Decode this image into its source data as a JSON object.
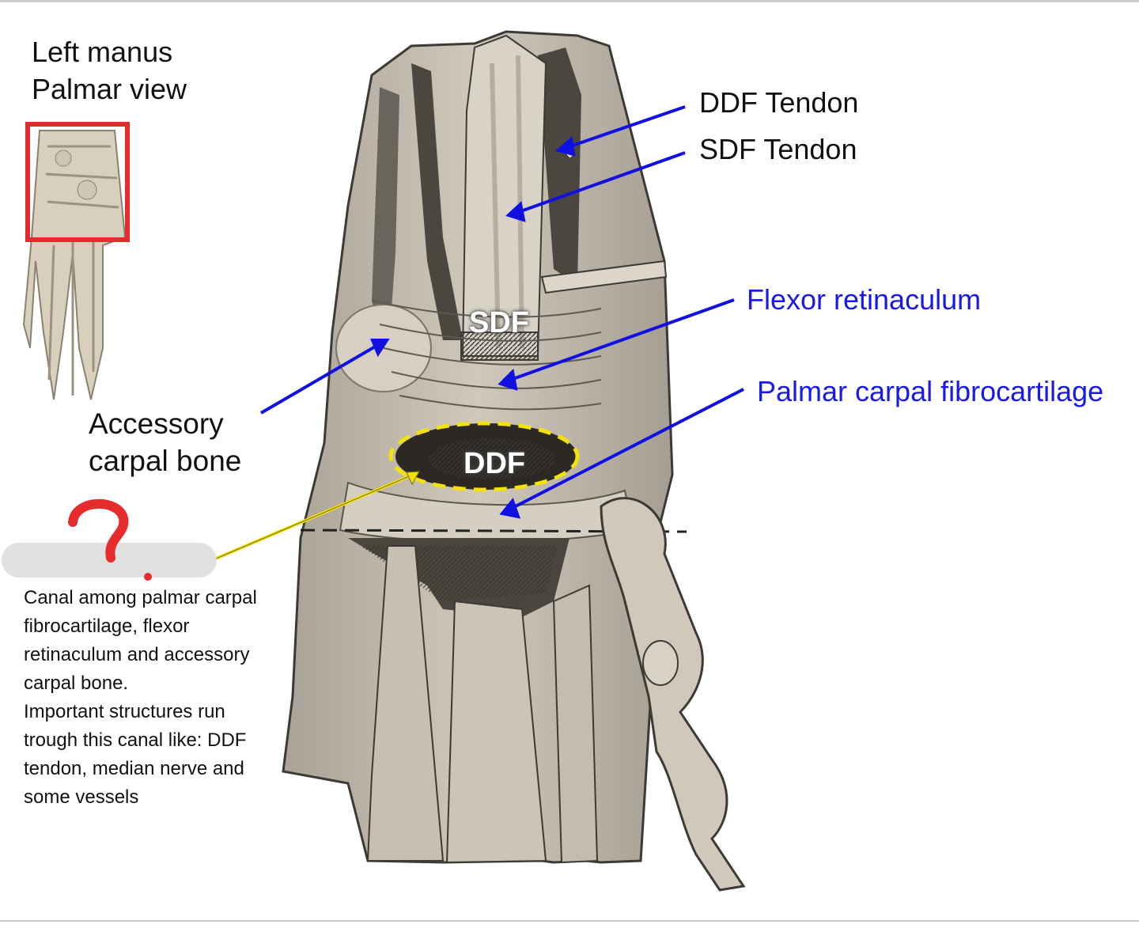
{
  "header": {
    "line1": "Left manus",
    "line2": "Palmar view"
  },
  "labels": {
    "ddf_tendon": "DDF Tendon",
    "sdf_tendon": "SDF Tendon",
    "flexor_retinaculum": "Flexor retinaculum",
    "palmar_carpal_fibrocartilage": "Palmar carpal fibrocartilage",
    "accessory_carpal_bone_line1": "Accessory",
    "accessory_carpal_bone_line2": "carpal bone",
    "sdf_inner": "SDF",
    "ddf_inner": "DDF",
    "question_mark": "?"
  },
  "note": {
    "text": "Canal among palmar carpal fibrocartilage, flexor retinaculum and accessory carpal bone.",
    "text2": "Important structures run trough this canal like:  DDF tendon, median nerve and some vessels"
  },
  "colors": {
    "blue_label": "#1a1ae6",
    "arrow_blue": "#1010e0",
    "highlight_red": "#e52b2b",
    "canal_yellow": "#f2e10a",
    "bone": "#c4bcae",
    "shadow": "#5a5650"
  }
}
